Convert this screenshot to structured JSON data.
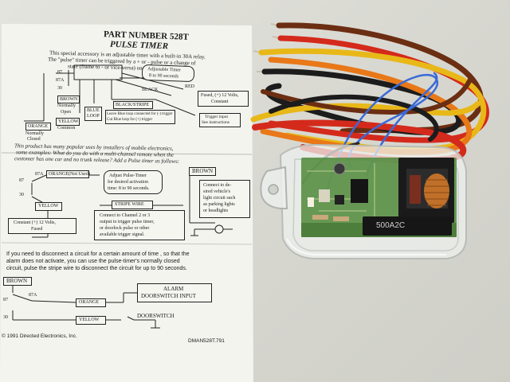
{
  "sheet": {
    "title1": "PART NUMBER 528T",
    "title2": "PULSE TIMER",
    "intro1": "This special accessory is an adjustable timer with a built-in 30A relay.",
    "intro2": "The \"pulse\" timer can be triggered by a + or - pulse or a change of",
    "intro3": "state (frame to - or vice-versa) on the stripe wire.",
    "diag1": {
      "pin87": "87",
      "pin87a": "87A",
      "pin30": "30",
      "adj_timer": "Adjustable Timer",
      "adj_range": "8 to 90 seconds",
      "red": "RED",
      "black": "BLACK",
      "brown": "BROWN",
      "brown_note1": "Normally",
      "brown_note2": "Open",
      "yellow": "YELLOW",
      "yellow_note": "Common",
      "orange": "ORANGE",
      "orange_note1": "Normally",
      "orange_note2": "Closed",
      "blue_loop1": "BLUE",
      "blue_loop2": "LOOP",
      "blackstripe": "BLACK/STRIPE",
      "loop_note1": "Leave Blue loop connected for (-) trigger",
      "loop_note2": "Cut Blue loop for (+) trigger",
      "fused1": "Fused, (+) 12 Volts,",
      "fused2": "Constant",
      "trigger1": "Trigger input",
      "trigger2": "See instructions"
    },
    "uses1": "This product has many popular uses by installers of mobile electronics,",
    "uses2": "some examples:  What do you do with a multi-channel remote when the",
    "uses3": "customer has one car and no trunk release?  Add a Pulse timer as follows:",
    "diag2": {
      "pin87": "87",
      "pin87a": "87A",
      "pin30": "30",
      "orange_nu": "ORANGE(Not Used)",
      "adjust1": "Adjust Pulse-Timer",
      "adjust2": "for desired activation",
      "adjust3": "time: 8 to 90 seconds.",
      "brown": "BROWN",
      "brown_note1": "Connect to de-",
      "brown_note2": "sired vehicle's",
      "brown_note3": "light circuit such",
      "brown_note4": "as parking lights",
      "brown_note5": "or headlights",
      "stripe": "STRIPE WIRE",
      "stripe_note1": "Connect to Channel 2 or 3",
      "stripe_note2": "output to trigger pulse timer,",
      "stripe_note3": "or doorlock pulse or other",
      "stripe_note4": "available trigger signal.",
      "yellow": "YELLOW",
      "const1": "Constant (+) 12 Volts,",
      "const2": "Fused"
    },
    "disc1": "If you need to disconnect a circuit for a certain amount  of time , so that the",
    "disc2": "alarm  does not activate, you can use the  pulse-timer's normally closed",
    "disc3": "circuit, pulse the stripe wire to disconnect  the circuit for up to 90 seconds.",
    "diag3": {
      "brown": "BROWN",
      "pin87": "87",
      "pin87a": "87A",
      "pin30": "30",
      "orange": "ORANGE",
      "alarm1": "ALARM",
      "alarm2": "DOORSWITCH INPUT",
      "yellow": "YELLOW",
      "doorswitch": "DOORSWITCH"
    },
    "copyright": "© 1991 Directed Electronics, Inc.",
    "docnum": "DMAN528T.791"
  },
  "module": {
    "relay_label": "500A2C"
  },
  "colors": {
    "paper": "#f4f4ef",
    "ink": "#1a1a1a",
    "background": "#d8d8d2",
    "wire_red": "#d42a1c",
    "wire_yellow": "#e8b818",
    "wire_orange": "#e87818",
    "wire_brown": "#6b2e12",
    "wire_black": "#1c1c1c",
    "wire_blue": "#3a6ad8",
    "pcb_green": "#4f8a3a",
    "copper_coil": "#c07028"
  }
}
